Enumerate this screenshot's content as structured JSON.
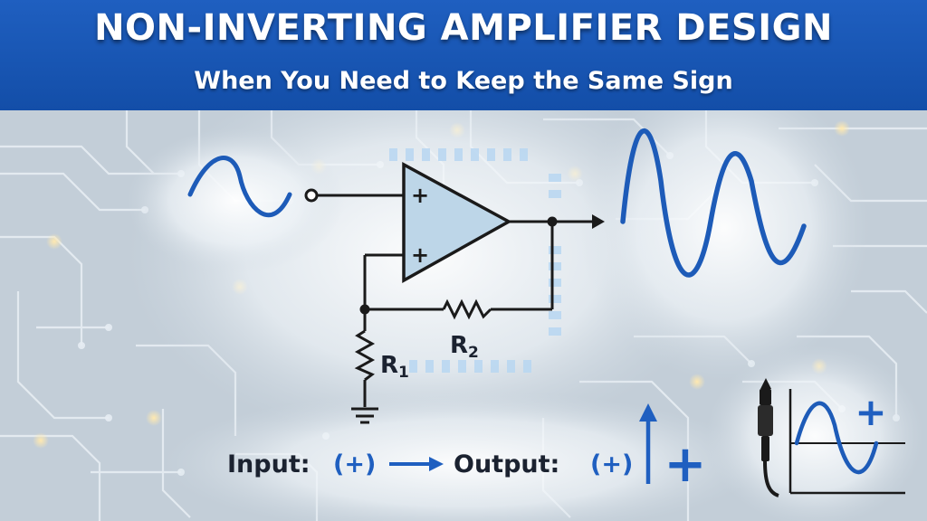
{
  "header": {
    "title": "NON-INVERTING AMPLIFIER DESIGN",
    "subtitle": "When You Need to Keep the Same Sign"
  },
  "circuit": {
    "plus_top": "+",
    "plus_bottom": "+",
    "r1_main": "R",
    "r1_sub": "1",
    "r2_main": "R",
    "r2_sub": "2"
  },
  "relation": {
    "input_label": "Input:",
    "input_sign": "(+)",
    "output_label": "Output:",
    "output_sign": "(+)",
    "big_plus": "+"
  },
  "scope": {
    "plus": "+"
  },
  "colors": {
    "banner": "#1a57b6",
    "wave": "#1d5bb8",
    "wire": "#1a1a1a",
    "text_dark": "#1b2230",
    "accent_blue": "#1f5fc0"
  }
}
